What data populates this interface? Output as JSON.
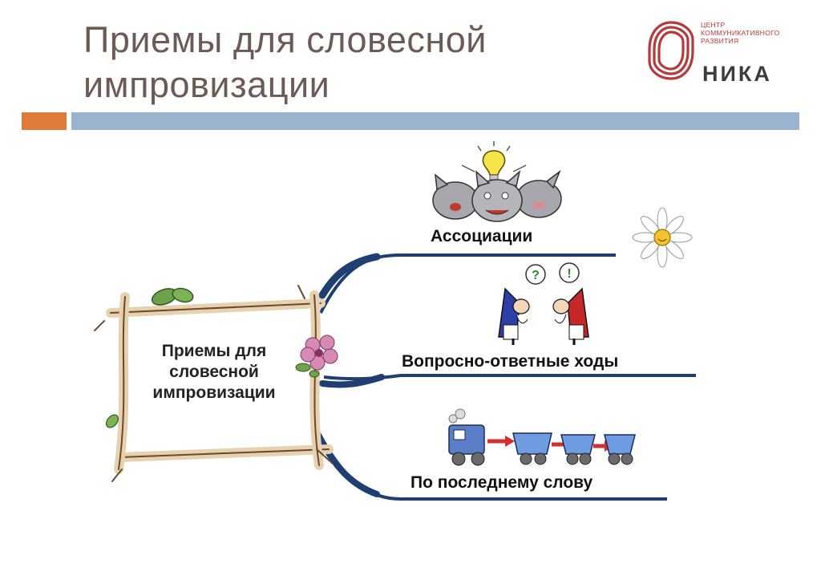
{
  "slide": {
    "title_line1": "Приемы для словесной",
    "title_line2": "импровизации"
  },
  "logo": {
    "small_line1": "ЦЕНТР",
    "small_line2": "КОММУНИКАТИВНОГО",
    "small_line3": "РАЗВИТИЯ",
    "brand": "НИКА"
  },
  "diagram": {
    "center_line1": "Приемы для",
    "center_line2": "словесной",
    "center_line3": "импровизации",
    "branches": [
      {
        "label": "Ассоциации"
      },
      {
        "label": "Вопросно-ответные ходы"
      },
      {
        "label": "По последнему слову"
      }
    ]
  },
  "colors": {
    "title": "#6b5b54",
    "accent_orange": "#e07b3c",
    "accent_blue": "#9ab3cf",
    "logo_red": "#b7393b",
    "branch_blue": "#1f3f73"
  }
}
